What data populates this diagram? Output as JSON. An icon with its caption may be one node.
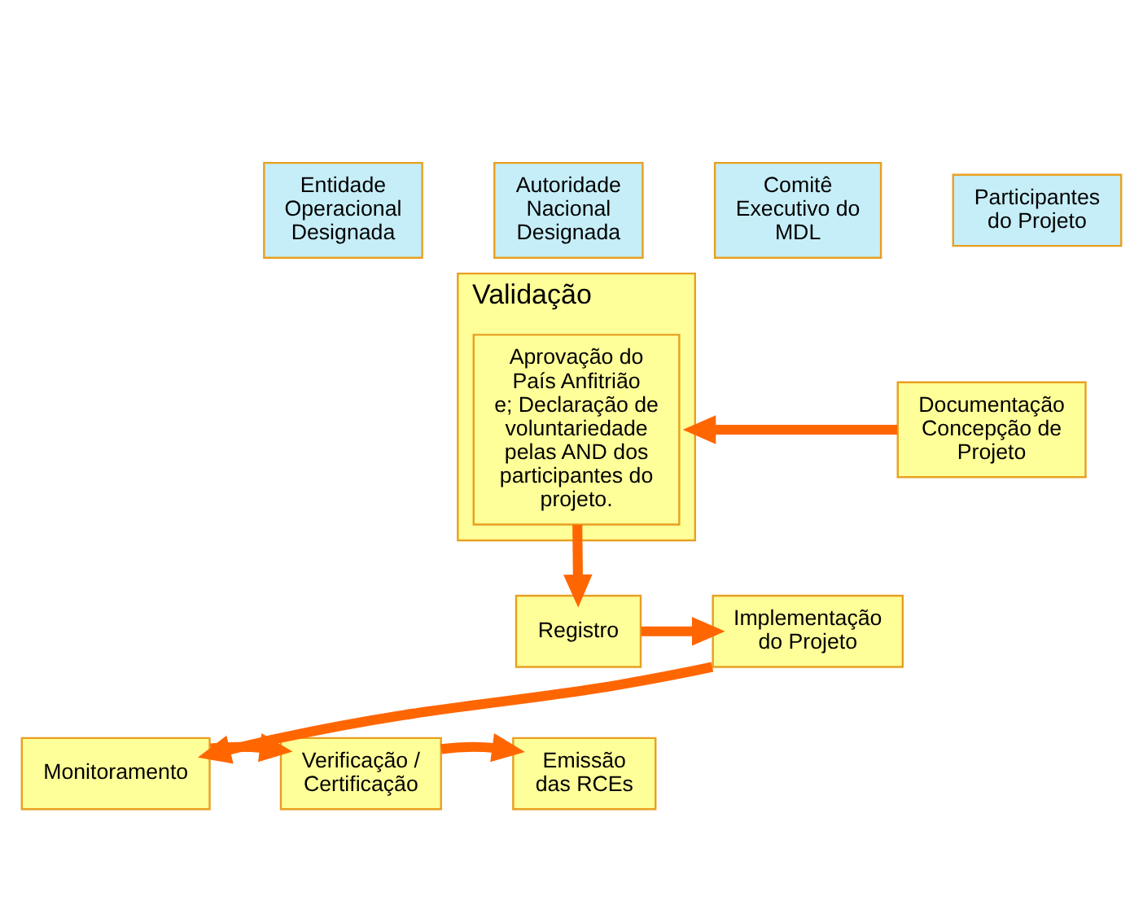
{
  "diagram": {
    "nodes": [
      {
        "text": [
          "Participantes do Projeto"
        ]
      },
      {
        "text": [
          "Entidade Operacional Designada"
        ]
      },
      {
        "text": [
          "Autoridade Nacional Designada"
        ]
      },
      {
        "text": [
          "Comitê Executivo do MDL"
        ]
      },
      {
        "text": [
          "Validação"
        ]
      },
      {
        "text": [
          "Aprovação do País Anfitrião e; Declaração de voluntariedade pelas AND dos participantes do projeto."
        ],
        "in": 4
      },
      {
        "text": [
          "Documentação Concepção de Projeto"
        ]
      },
      {
        "text": [
          "Registro"
        ]
      },
      {
        "text": [
          "Implementação do Projeto"
        ]
      },
      {
        "text": [
          "Monitoramento"
        ]
      },
      {
        "text": [
          "Verificação / Certificação"
        ]
      },
      {
        "text": [
          "Emissão das RCEs"
        ]
      }
    ],
    "edges": [
      {
        "from": 6,
        "to": 4,
        "arrow": "to"
      },
      {
        "from": 5,
        "to": 7,
        "arrow": "to"
      },
      {
        "from": 7,
        "to": 8,
        "arrow": "to"
      },
      {
        "from": 8,
        "to": 9,
        "arrow": "to"
      },
      {
        "from": 9,
        "to": 10,
        "arrow": "to"
      },
      {
        "from": 10,
        "to": 11,
        "arrow": "to"
      }
    ]
  }
}
